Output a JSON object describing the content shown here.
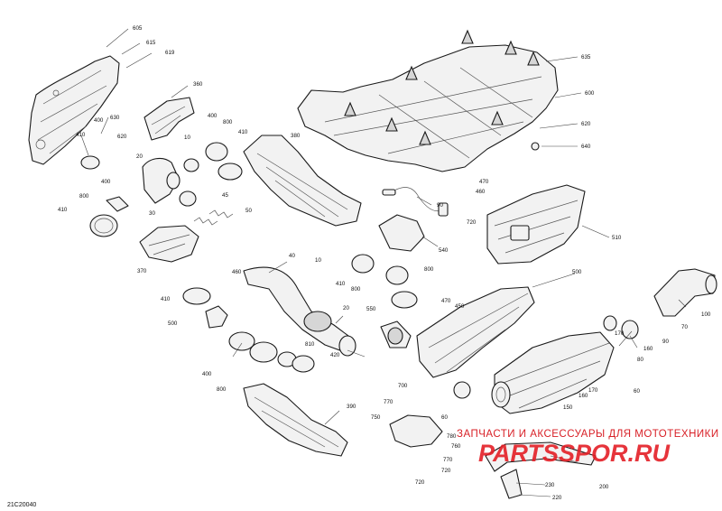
{
  "diagram_code": "21C20040",
  "watermark": {
    "line1": "ЗАПЧАСТИ И АКСЕССУАРЫ ДЛЯ МОТОТЕХНИКИ",
    "logo": "PARTSSPOR.RU",
    "color": "#e41f26"
  },
  "callouts": {
    "c605": "605",
    "c615": "615",
    "c619": "619",
    "c360": "360",
    "c400a": "400",
    "c630": "630",
    "c620": "620",
    "c410a": "410",
    "c20a": "20",
    "c800a": "800",
    "c400b": "400",
    "c10a": "10",
    "c800b": "800",
    "c410b": "410",
    "c380": "380",
    "c30": "30",
    "c45": "45",
    "c50": "50",
    "c410c": "410",
    "c370": "370",
    "c635": "635",
    "c600": "600",
    "c620b": "620",
    "c640": "640",
    "c470a": "470",
    "c460": "460",
    "c90a": "90",
    "c720": "720",
    "c510": "510",
    "c540": "540",
    "c460b": "460",
    "c40": "40",
    "c10b": "10",
    "c410d": "410",
    "c500": "500",
    "c410e": "410",
    "c800c": "800",
    "c800d": "800",
    "c20b": "20",
    "c550": "550",
    "c810": "810",
    "c470b": "470",
    "c450": "450",
    "c420": "420",
    "c400c": "400",
    "c800e": "800",
    "c500b": "500",
    "c390": "390",
    "c770": "770",
    "c750": "750",
    "c700": "700",
    "c60a": "60",
    "c80": "80",
    "c90b": "90",
    "c160": "160",
    "c170": "170",
    "c70": "70",
    "c100": "100",
    "c150": "150",
    "c60b": "60",
    "c160b": "160",
    "c170b": "170",
    "c780": "780",
    "c760": "760",
    "c770b": "770",
    "c720b": "720",
    "c200": "200",
    "c230": "230",
    "c220": "220"
  }
}
